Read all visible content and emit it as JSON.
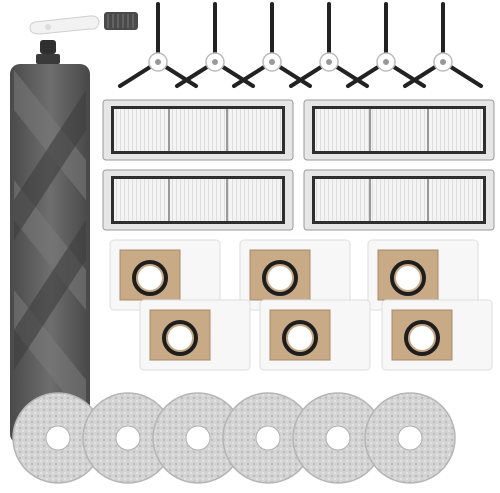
{
  "product_parts": {
    "cleaning_tool": {
      "count": 1,
      "icon": "cleaning-brush-tool-icon",
      "color": "#f2f2f2"
    },
    "main_roller_brush": {
      "count": 1,
      "icon": "roller-brush-icon",
      "color": "#5c5c5c"
    },
    "side_brushes": {
      "count": 6,
      "icon": "side-brush-icon",
      "hub_color": "#ffffff",
      "arm_color": "#222222"
    },
    "hepa_filters": {
      "count": 4,
      "icon": "hepa-filter-icon",
      "frame_color": "#e6e6e6"
    },
    "dust_bags": {
      "count": 6,
      "icon": "dust-bag-icon",
      "card_color": "#c8aa86"
    },
    "mop_pads": {
      "count": 6,
      "icon": "mop-pad-icon",
      "color": "#d2d2d2"
    }
  }
}
